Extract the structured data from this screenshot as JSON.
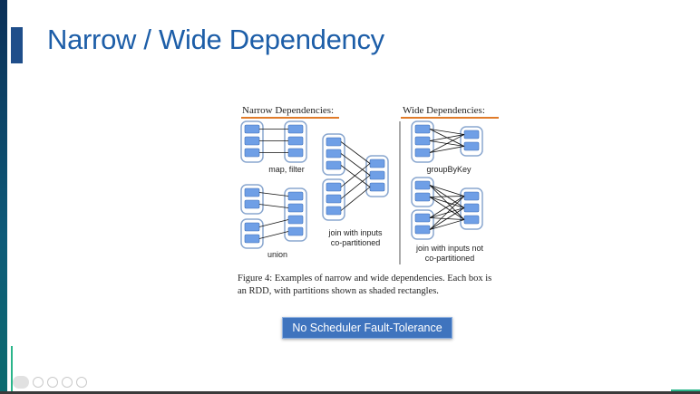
{
  "slide": {
    "title": "Narrow / Wide Dependency",
    "button_label": "No Scheduler Fault-Tolerance"
  },
  "figure": {
    "narrow_heading": "Narrow Dependencies:",
    "wide_heading": "Wide Dependencies:",
    "labels": {
      "map_filter": "map, filter",
      "union": "union",
      "join_copart_1": "join with inputs",
      "join_copart_2": "co-partitioned",
      "group_by_key": "groupByKey",
      "join_notcopart_1": "join with inputs not",
      "join_notcopart_2": "co-partitioned"
    },
    "caption": "Figure 4: Examples of narrow and wide dependencies. Each box is an RDD, with partitions shown as shaded rectangles."
  },
  "colors": {
    "title": "#1d5ea8",
    "heading_underline": "#e07b2a",
    "rdd_border": "#8aa7cf",
    "partition_fill": "#6f9fe6",
    "button_bg": "#3f74be"
  },
  "icons": [
    "menu-icon",
    "pen-icon",
    "page-icon",
    "zoom-icon",
    "more-icon"
  ]
}
